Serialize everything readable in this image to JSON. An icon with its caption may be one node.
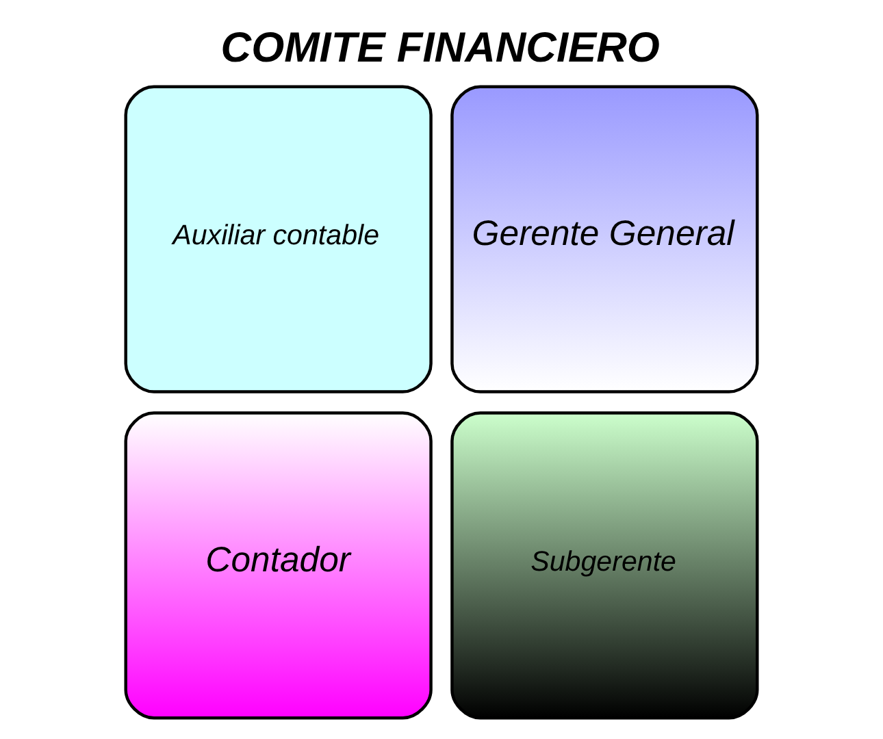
{
  "diagram": {
    "title": "COMITE FINANCIERO",
    "nodes": [
      {
        "text": [
          "Auxiliar contable"
        ]
      },
      {
        "text": [
          "Gerente General"
        ]
      },
      {
        "text": [
          "Contador"
        ]
      },
      {
        "text": [
          "Subgerente"
        ]
      }
    ]
  }
}
